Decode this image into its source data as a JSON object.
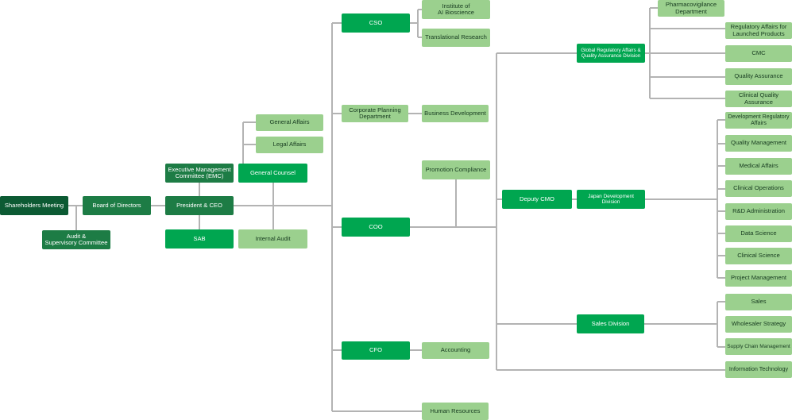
{
  "org_chart": {
    "shareholders": "Shareholders Meeting",
    "audit_committee": "Audit &\nSupervisory Committee",
    "board": "Board of Directors",
    "emc": "Executive Management\nCommittee (EMC)",
    "president": "President & CEO",
    "sab": "SAB",
    "general_affairs": "General Affairs",
    "legal_affairs": "Legal Affairs",
    "general_counsel": "General Counsel",
    "internal_audit": "Internal Audit",
    "cso": "CSO",
    "ai_bioscience": "Institute of\nAI Bioscience",
    "translational_research": "Translational Research",
    "corporate_planning": "Corporate Planning\nDepartment",
    "business_development": "Business Development",
    "promotion_compliance": "Promotion Compliance",
    "coo": "COO",
    "cfo": "CFO",
    "accounting": "Accounting",
    "human_resources": "Human Resources",
    "deputy_cmo": "Deputy CMO",
    "global_regulatory": "Global Regulatory Affairs &\nQuality Assurance Division",
    "pharmacovigilance": "Pharmacovigilance\nDepartment",
    "regulatory_launched": "Regulatory Affairs for\nLaunched Products",
    "cmc": "CMC",
    "quality_assurance": "Quality Assurance",
    "clinical_quality_assurance": "Clinical Quality\nAssurance",
    "japan_development": "Japan Development Division",
    "development_regulatory": "Development Regulatory\nAffairs",
    "quality_management": "Quality Management",
    "medical_affairs": "Medical Affairs",
    "clinical_operations": "Clinical Operations",
    "rd_administration": "R&D Administration",
    "data_science": "Data Science",
    "clinical_science": "Clinical Science",
    "project_management": "Project Management",
    "sales_division": "Sales Division",
    "sales": "Sales",
    "wholesaler_strategy": "Wholesaler Strategy",
    "supply_chain": "Supply Chain Management",
    "information_technology": "Information Technology"
  },
  "colors": {
    "dark_green": "#0c5a33",
    "medium_green": "#1d7c45",
    "bright_green": "#00a650",
    "light_green": "#9bd08e",
    "connector_gray": "#b3b3b3"
  }
}
